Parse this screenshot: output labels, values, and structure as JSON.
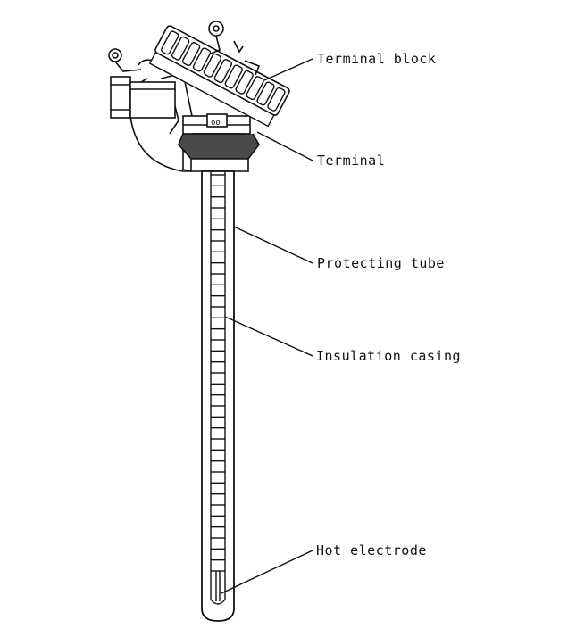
{
  "diagram": {
    "labels": {
      "terminal_block": "Terminal block",
      "terminal": "Terminal",
      "protecting_tube": "Protecting tube",
      "insulation_casing": "Insulation casing",
      "hot_electrode": "Hot electrode"
    },
    "colors": {
      "ink": "#111111",
      "background": "#ffffff",
      "fill": "#3a3a3a"
    },
    "insulation_bead_count": 36
  }
}
